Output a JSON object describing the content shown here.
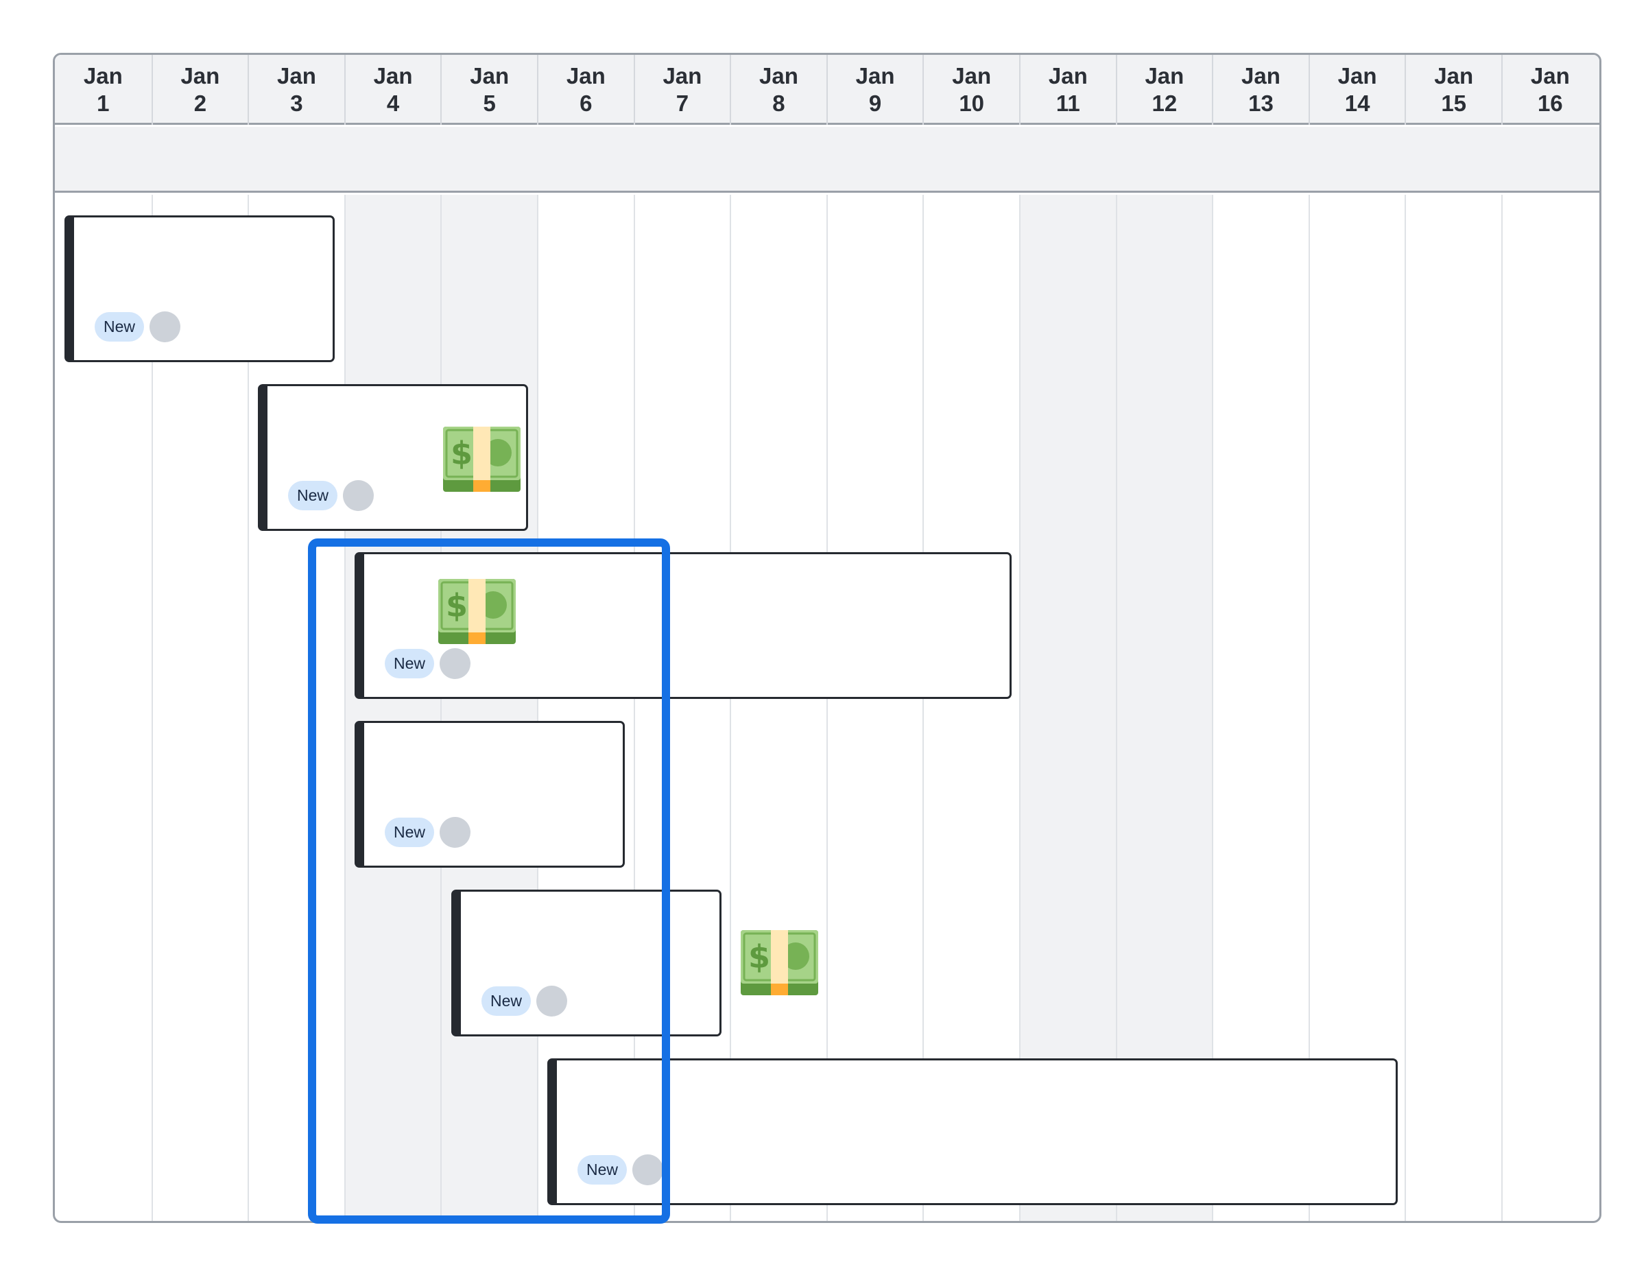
{
  "calendar": {
    "days": [
      {
        "month": "Jan",
        "day": "1"
      },
      {
        "month": "Jan",
        "day": "2"
      },
      {
        "month": "Jan",
        "day": "3"
      },
      {
        "month": "Jan",
        "day": "4"
      },
      {
        "month": "Jan",
        "day": "5"
      },
      {
        "month": "Jan",
        "day": "6"
      },
      {
        "month": "Jan",
        "day": "7"
      },
      {
        "month": "Jan",
        "day": "8"
      },
      {
        "month": "Jan",
        "day": "9"
      },
      {
        "month": "Jan",
        "day": "10"
      },
      {
        "month": "Jan",
        "day": "11"
      },
      {
        "month": "Jan",
        "day": "12"
      },
      {
        "month": "Jan",
        "day": "13"
      },
      {
        "month": "Jan",
        "day": "14"
      },
      {
        "month": "Jan",
        "day": "15"
      },
      {
        "month": "Jan",
        "day": "16"
      }
    ],
    "weekend_columns": [
      3,
      4,
      10,
      11
    ]
  },
  "cards": [
    {
      "status": "New",
      "money_icon": false
    },
    {
      "status": "New",
      "money_icon": true
    },
    {
      "status": "New",
      "money_icon": true
    },
    {
      "status": "New",
      "money_icon": false
    },
    {
      "status": "New",
      "money_icon": false
    },
    {
      "status": "New",
      "money_icon": false
    }
  ],
  "icons": {
    "money": "money-with-wings-banknote-icon",
    "avatar": "avatar-placeholder"
  },
  "colors": {
    "selection": "#1570e4",
    "status_pill_bg": "#d3e6fb",
    "card_border": "#262a30",
    "weekend_bg": "#f1f2f4"
  }
}
